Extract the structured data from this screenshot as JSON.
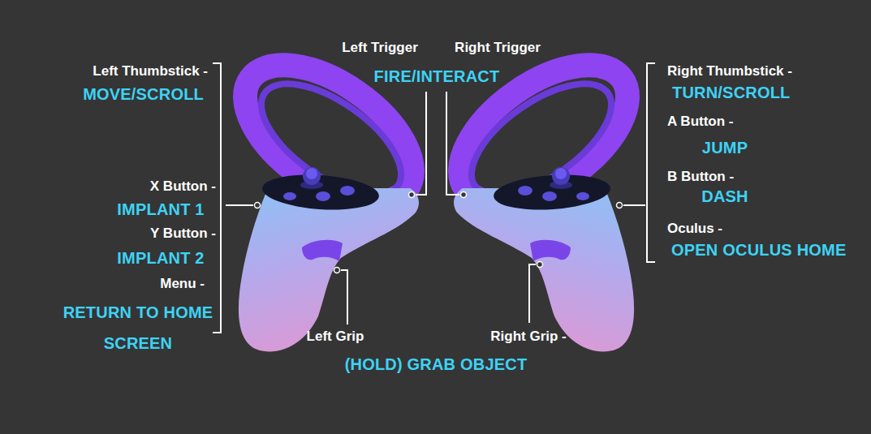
{
  "diagram": {
    "labels": [
      "Left Trigger",
      "Right Trigger",
      "FIRE/INTERACT",
      "Left Thumbstick -",
      "MOVE/SCROLL",
      "X Button -",
      "IMPLANT 1",
      "Y Button -",
      "IMPLANT 2",
      "Menu -",
      "RETURN TO HOME SCREEN",
      "Right Thumbstick -",
      "TURN/SCROLL",
      "A Button -",
      "JUMP",
      "B Button -",
      "DASH",
      "Oculus -",
      "OPEN OCULUS HOME",
      "Left Grip",
      "Right Grip -",
      "(HOLD) GRAB OBJECT"
    ]
  }
}
